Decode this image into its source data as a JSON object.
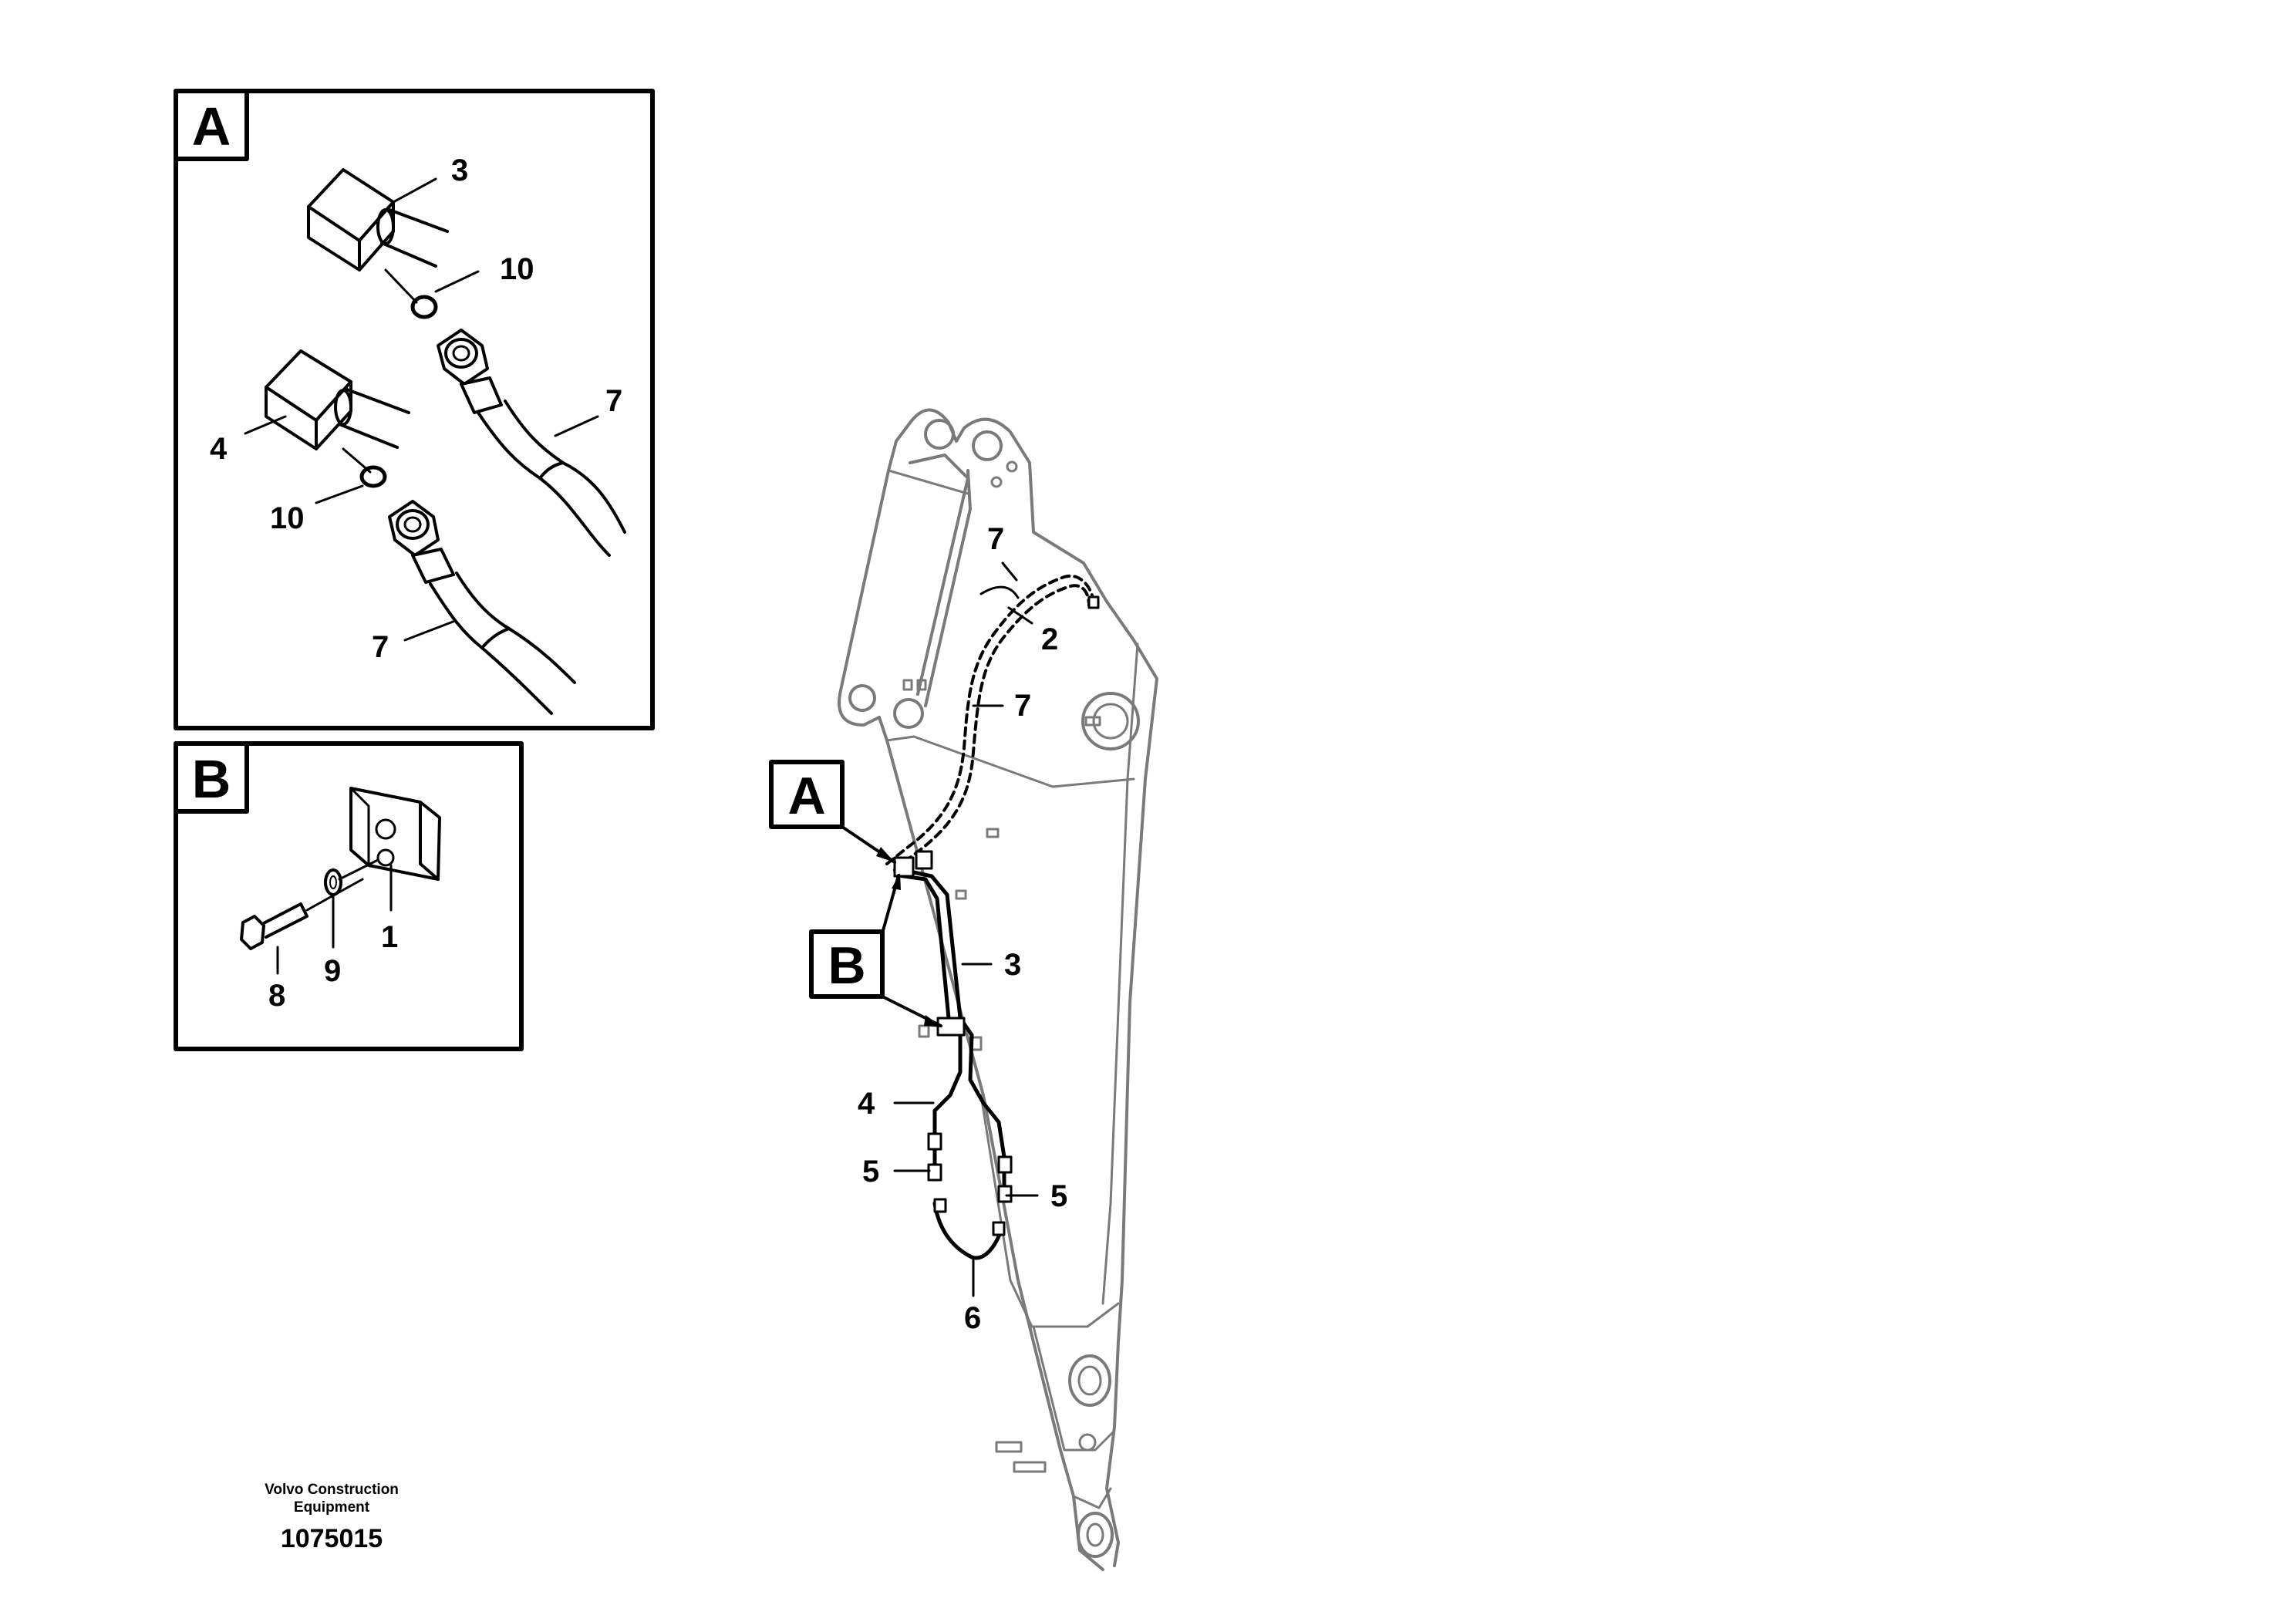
{
  "detail_a": {
    "tag": "A",
    "callouts": [
      "3",
      "10",
      "7",
      "4",
      "10",
      "7"
    ]
  },
  "detail_b": {
    "tag": "B",
    "callouts": [
      "1",
      "9",
      "8"
    ]
  },
  "main_view": {
    "tag_a": "A",
    "tag_b": "B",
    "callouts": [
      "7",
      "2",
      "7",
      "3",
      "4",
      "5",
      "5",
      "6"
    ]
  },
  "footer": {
    "company_line1": "Volvo Construction",
    "company_line2": "Equipment",
    "drawing_number": "1075015"
  }
}
